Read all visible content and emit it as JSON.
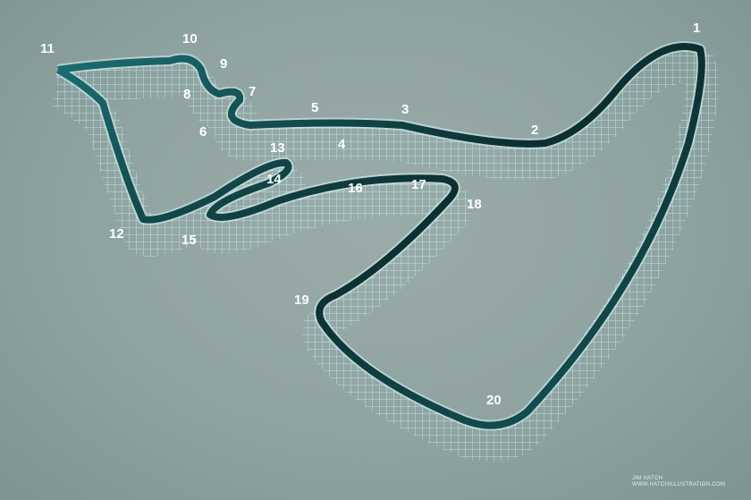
{
  "illustration": {
    "subject": "race circuit drawn as wooden roller coaster",
    "colors": {
      "background": "#8fa3a1",
      "track": "#0f3a3c",
      "track_highlight": "#1e7f80",
      "scaffold": "#bdf3f5"
    },
    "turn_labels": [
      "1",
      "2",
      "3",
      "4",
      "5",
      "6",
      "7",
      "8",
      "9",
      "10",
      "11",
      "12",
      "13",
      "14",
      "15",
      "16",
      "17",
      "18",
      "19",
      "20"
    ]
  },
  "credit": {
    "line1": "JIM HATCH",
    "line2": "WWW.HATCHILLUSTRATION.COM"
  }
}
